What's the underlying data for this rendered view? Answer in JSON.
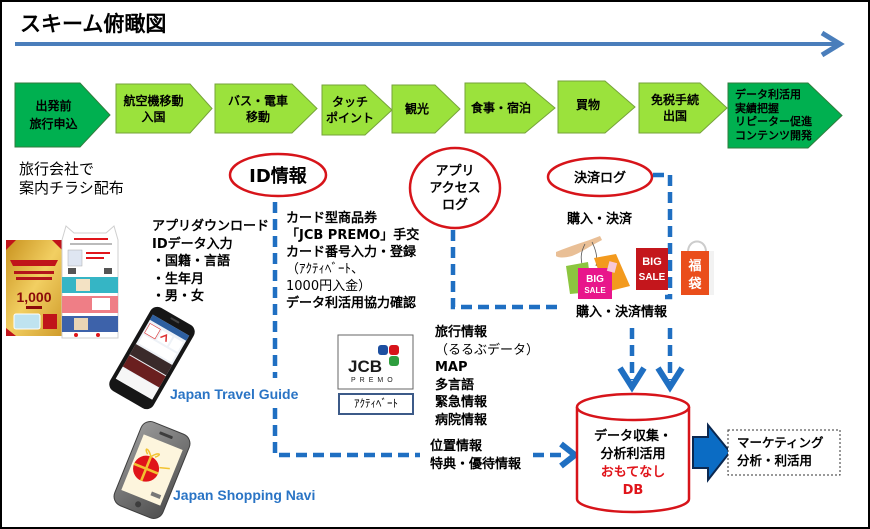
{
  "title": "スキーム俯瞰図",
  "timeline": [
    {
      "lines": [
        "出発前",
        "旅行申込"
      ],
      "style": "dark"
    },
    {
      "lines": [
        "航空機移動",
        "入国"
      ],
      "style": "light"
    },
    {
      "lines": [
        "バス・電車",
        "移動"
      ],
      "style": "light"
    },
    {
      "lines": [
        "タッチ",
        "ポイント"
      ],
      "style": "light"
    },
    {
      "lines": [
        "観光"
      ],
      "style": "light"
    },
    {
      "lines": [
        "食事・宿泊"
      ],
      "style": "light"
    },
    {
      "lines": [
        "買物"
      ],
      "style": "light"
    },
    {
      "lines": [
        "免税手続",
        "出国"
      ],
      "style": "light"
    },
    {
      "lines": [
        "データ利活用",
        "実績把握",
        "リピーター促進",
        "コンテンツ開発"
      ],
      "style": "dark"
    }
  ],
  "travel_agency_note": [
    "旅行会社で",
    "案内チラシ配布"
  ],
  "flyer": {
    "amount": "1,000"
  },
  "app_download": [
    "アプリダウンロード",
    "IDデータ入力",
    "・国籍・言語",
    "・生年月",
    "・男・女"
  ],
  "apps": {
    "travel_guide": "Japan Travel Guide",
    "shopping_navi": "Japan Shopping Navi"
  },
  "nodes": {
    "id_info": "ID情報",
    "app_access_log": [
      "アプリ",
      "アクセス",
      "ログ"
    ],
    "payment_log": "決済ログ"
  },
  "card_process": [
    "カード型商品券",
    "「JCB PREMO」手交",
    "カード番号入力・登録",
    "（ｱｸﾃｨﾍﾞｰﾄ、",
    "1000円入金）",
    "データ利活用協力確認"
  ],
  "jcb_logo": {
    "brand": "JCB",
    "product": "PREMO",
    "activate_label": "ｱｸﾃｨﾍﾞｰﾄ"
  },
  "travel_info": [
    "旅行情報",
    "（るるぶデータ）",
    "MAP",
    "多言語",
    "緊急情報",
    "病院情報"
  ],
  "location_info": [
    "位置情報",
    "特典・優待情報"
  ],
  "purchase": {
    "label": "購入・決済",
    "info_label": "購入・決済情報",
    "bag_sale_text": [
      "BIG",
      "SALE"
    ],
    "fukubukuro": [
      "福",
      "袋"
    ]
  },
  "database": {
    "lines": [
      "データ収集・",
      "分析利活用"
    ],
    "highlight": [
      "おもてなし",
      "DB"
    ]
  },
  "output": [
    "マーケティング",
    "分析・利活用"
  ],
  "colors": {
    "step_light": "#9be23c",
    "step_dark": "#00b050",
    "timeline_arrow": "#4a7ebb",
    "flow_dashed": "#1f6fc2",
    "node_outline": "#d7141a",
    "app_name_text": "#2a74c5",
    "db_highlight": "#e0141a"
  }
}
